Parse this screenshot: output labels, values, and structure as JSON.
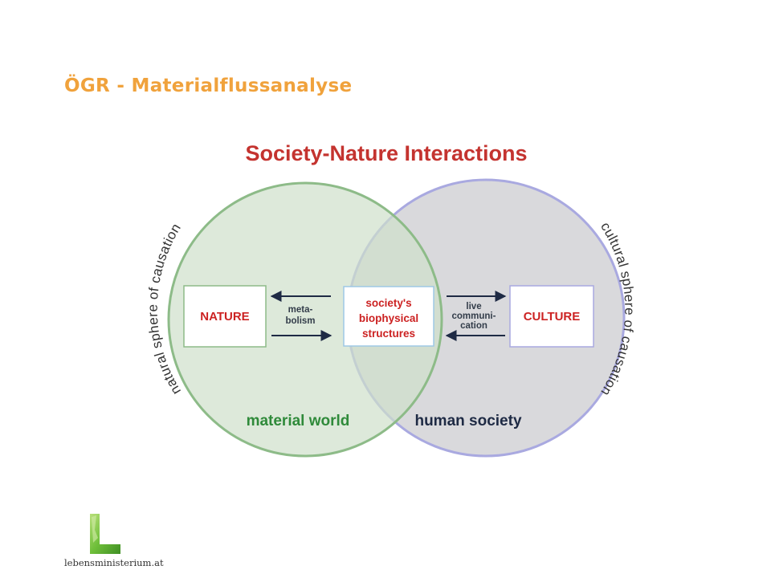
{
  "slide": {
    "title": "ÖGR - Materialflussanalyse"
  },
  "diagram": {
    "title": "Society-Nature Interactions",
    "nature_box": "NATURE",
    "culture_box": "CULTURE",
    "center_box": [
      "society's",
      "biophysical",
      "structures"
    ],
    "metabolism_label": [
      "meta-",
      "bolism"
    ],
    "communication_label": [
      "live",
      "communi-",
      "cation"
    ],
    "left_circle_label": "material world",
    "right_circle_label": "human society",
    "left_arc_label": "natural sphere of causation",
    "right_arc_label": "cultural sphere of causation",
    "colors": {
      "green_fill": "#d8e6d4",
      "green_stroke": "#8dbb88",
      "purple_fill": "#d9d9dc",
      "purple_stroke": "#a9a9e0",
      "box_text": "#cc2222",
      "label_green": "#2f8a3a",
      "label_dark": "#1e2a44",
      "title_red": "#c4332f"
    }
  },
  "footer": {
    "logo_text": "lebensministerium.at"
  }
}
